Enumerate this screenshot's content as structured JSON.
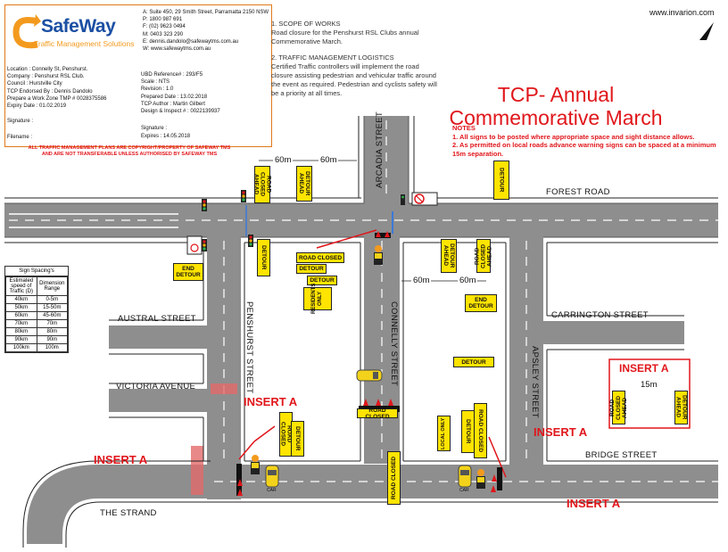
{
  "company": {
    "logo_name": "SafeWay",
    "logo_tagline": "Traffic Management Solutions",
    "contact_lines": [
      "A: Suite 450, 29 Smith Street, Parramatta 2150 NSW",
      "P: 1800 987 691",
      "F: (02) 9623 0494",
      "M: 0403 323 290",
      "E: dennis.dandolo@safewaytms.com.au",
      "W: www.safewaytms.com.au"
    ],
    "details_left": [
      "Location : Connelly St, Penshurst.",
      "Company : Penshurst RSL Club.",
      "Council : Hurstville City",
      "TCP Endorsed By : Dennis Dandolo",
      "Prepare a Work Zone TMP # 0028375586",
      "Expiry Date : 01.02.2019"
    ],
    "details_right": [
      "UBD Reference# : 293/F5",
      "Scale : NTS",
      "Revision : 1.0",
      "Prepared Date : 13.02.2018",
      "TCP Author : Martin Gilbert",
      "Design & Inspect # : 0022139937"
    ],
    "signature_left_label": "Signature :",
    "filename_label": "Filename :",
    "signature_right_label": "Signature :",
    "expires": "Expires : 14.05.2018",
    "copyright_line1": "ALL TRAFFIC MANAGEMENT PLANS ARE COPYRIGHT/PROPERTY OF SAFEWAY TMS",
    "copyright_line2": "AND ARE NOT TRANSFERABLE UNLESS AUTHORISED BY SAFEWAY TMS"
  },
  "scope": {
    "heading1": "1. SCOPE OF WORKS",
    "text1": "Road closure for the Penshurst RSL Clubs annual Commemorative March.",
    "heading2": "2. TRAFFIC MANAGEMENT LOGISTICS",
    "text2": "Certified Traffic controllers will implement the road closure assisting pedestrian and vehicular traffic around the event as required. Pedestrian and cyclists safety will be a priority at all times."
  },
  "website": "www.invarion.com",
  "title": "TCP- Annual Commemorative March",
  "notes": {
    "heading": "NOTES",
    "items": [
      "1. All signs to be posted where appropriate space and sight distance allows.",
      "2. As permitted on local roads advance warning signs can be spaced at a minimum 15m separation."
    ]
  },
  "spacing_table": {
    "title": "Sign Spacing's",
    "headers": [
      "Estimated speed of Traffic (D)",
      "Dimension Range"
    ],
    "rows": [
      [
        "40km",
        "0-5m"
      ],
      [
        "50km",
        "15-50m"
      ],
      [
        "60km",
        "45-60m"
      ],
      [
        "70km",
        "70m"
      ],
      [
        "80km",
        "80m"
      ],
      [
        "90km",
        "90m"
      ],
      [
        "100km",
        "100m"
      ]
    ]
  },
  "streets": {
    "forest": "FOREST ROAD",
    "arcadia": "ARCADIA STREET",
    "austral": "AUSTRAL STREET",
    "victoria": "VICTORIA AVENUE",
    "penshurst": "PENSHURST STREET",
    "connelly": "CONNELLY STREET",
    "carrington": "CARRINGTON STREET",
    "apsley": "APSLEY STREET",
    "bridge": "BRIDGE STREET",
    "strand": "THE STRAND"
  },
  "distances": {
    "d1": "60m",
    "d2": "60m",
    "d3": "60m",
    "d4": "60m",
    "d5": "15m"
  },
  "signs": {
    "road_closed": "ROAD CLOSED",
    "road_closed_ahead": "ROAD CLOSED AHEAD",
    "detour": "DETOUR",
    "detour_ahead": "DETOUR AHEAD",
    "end_detour": "END DETOUR",
    "residents_only": "RESIDENTS ONLY",
    "local_only": "LOCAL ONLY",
    "turn_left": "ONLY"
  },
  "insert_labels": [
    "INSERT A",
    "INSERT A",
    "INSERT A",
    "INSERT A"
  ],
  "insert_box_title": "INSERT A",
  "car_label": "CAR",
  "colors": {
    "road": "#8e8e8e",
    "sign": "#ffe400",
    "accent_red": "#e0161b",
    "logo_blue": "#1b4fa3",
    "logo_orange": "#f39a1e"
  }
}
